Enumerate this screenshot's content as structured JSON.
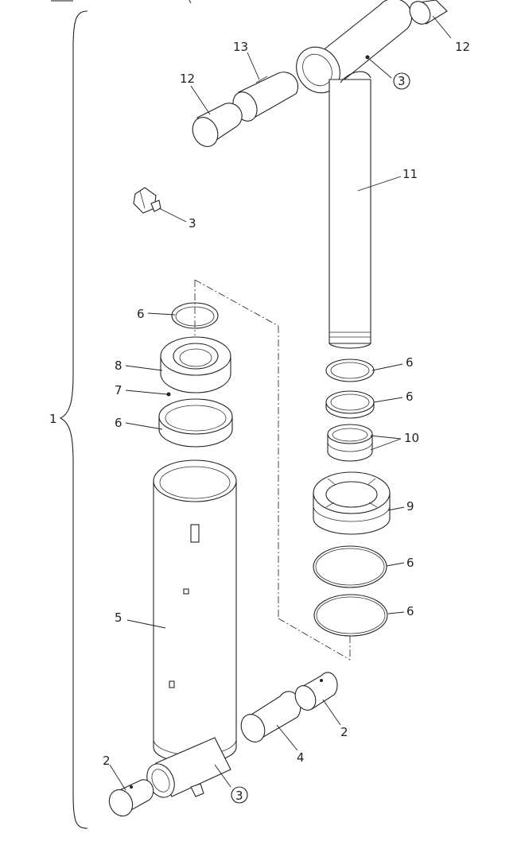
{
  "labels": {
    "assembly": "1",
    "pin_bushing_lower_left": "2",
    "pin_bushing_lower_right": "2",
    "grease_fitting_top": "3",
    "grease_fitting_loose": "3",
    "grease_fitting_bottom": "3",
    "pin_bushing_middle": "4",
    "barrel": "5",
    "seal_upper_left": "6",
    "seal_mid_left": "6",
    "seal_rod_upper": "6",
    "seal_rod_lower": "6",
    "seal_piston_upper": "6",
    "seal_piston_lower": "6",
    "set_screw": "7",
    "gland_nut": "8",
    "piston": "9",
    "wear_rings": "10",
    "rod": "11",
    "bushing_top_right": "12",
    "bushing_top_left": "12",
    "pin_sleeve": "13"
  }
}
